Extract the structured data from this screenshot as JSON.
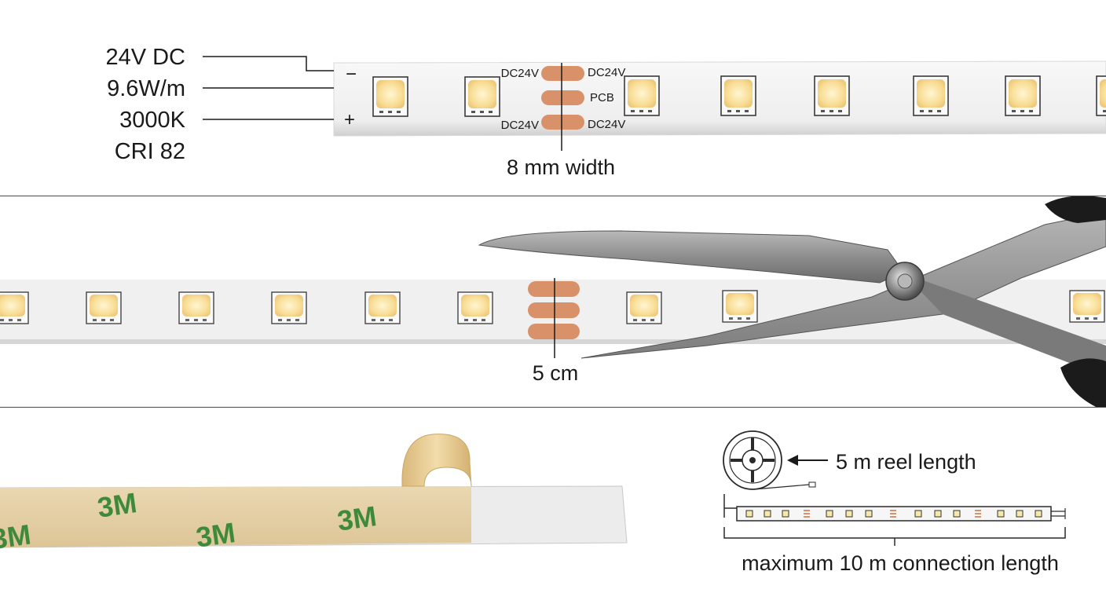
{
  "specs": {
    "voltage": "24V DC",
    "power": "9.6W/m",
    "color_temp": "3000K",
    "cri": "CRI 82"
  },
  "polarity": {
    "minus": "−",
    "plus": "+"
  },
  "pads": {
    "top_left": "DC24V",
    "top_right": "DC24V",
    "middle": "PCB",
    "bottom_left": "DC24V",
    "bottom_right": "DC24V"
  },
  "width_label": "8 mm width",
  "cut_label": "5 cm",
  "tape_brand": "3M",
  "reel_label": "5 m reel length",
  "connection_label": "maximum 10 m connection length",
  "colors": {
    "led": "#f7e2a2",
    "led_center": "#fff3c8",
    "copper_pad": "#d9916a",
    "strip": "#f1f1f1",
    "tape": "#e6cfa4",
    "brand_green": "#3f8a3a"
  }
}
